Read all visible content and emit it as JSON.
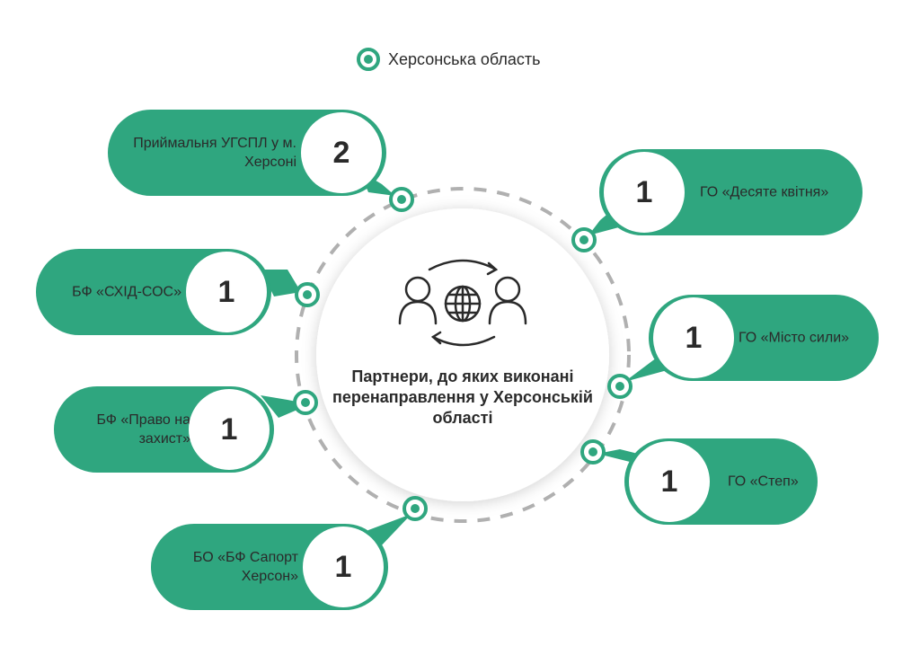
{
  "legend": {
    "label": "Херсонська область"
  },
  "center": {
    "title": "Партнери, до яких виконані перенаправлення у Херсонській області"
  },
  "partners": [
    {
      "name": "Приймальня УГСПЛ у м. Херсоні",
      "count": "2"
    },
    {
      "name": "ГО «Десяте квітня»",
      "count": "1"
    },
    {
      "name": "БФ «СХІД-СОС»",
      "count": "1"
    },
    {
      "name": "ГО «Місто сили»",
      "count": "1"
    },
    {
      "name": "БФ «Право на захист»",
      "count": "1"
    },
    {
      "name": "ГО «Степ»",
      "count": "1"
    },
    {
      "name": "БО «БФ Сапорт Херсон»",
      "count": "1"
    }
  ],
  "colors": {
    "accent": "#2fa67f",
    "text": "#2a2a2a",
    "ring": "#b0b0b0"
  }
}
